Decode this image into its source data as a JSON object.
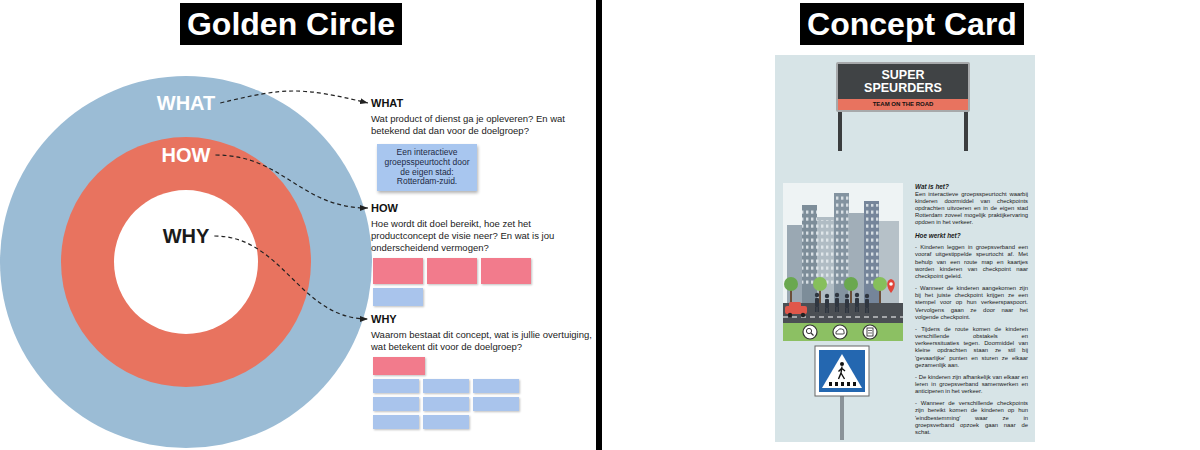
{
  "diagram": {
    "nodes": [
      {
        "text": [
          "WHAT"
        ]
      },
      {
        "text": [
          "HOW"
        ],
        "in": 0
      },
      {
        "text": [
          "WHY"
        ],
        "in": 1
      },
      {
        "text": [
          "WHAT",
          "Wat product of dienst ga je opleveren? En wat betekend dat dan voor de doelgroep?"
        ]
      },
      {
        "text": [
          "Een interactieve groepsspeurtocht door de eigen stad: Rotterdam-zuid."
        ]
      },
      {
        "text": [
          "HOW",
          "Hoe wordt dit doel bereikt, hoe zet het productconcept de visie neer? En wat is jou onderscheidend vermogen?"
        ]
      },
      {
        "text": [
          "WHY",
          "Waarom bestaat dit concept, wat is jullie overtuiging, wat betekent dit voor de doelgroep?"
        ]
      },
      {
        "text": [
          "Wat is het?",
          "Een interactieve groepsspeurtocht waarbij kinderen doormiddel van checkpoints opdrachten uitvoeren en in de eigen stad Rotterdam zoveel mogelijk praktijkervaring opdoen in het verkeer.",
          "Hoe werkt het?",
          "- Kinderen leggen in groepsverband een vooraf uitgestippelde speurtocht af. Met behulp van een route map en kaartjes worden kinderen van checkpoint naar checkpoint geleid.",
          "- Wanneer de kinderen aangekomen zijn bij het juiste checkpoint krijgen ze een stempel voor op hun verkeerspaspoort. Vervolgens gaan ze door naar het volgende checkpoint.",
          "- Tijdens de route komen de kinderen verschillende obstakels en verkeerssituaties tegen. Doormiddel van kleine opdrachten staan ze stil bij 'gevaarlijke' punten en sturen ze elkaar gezamenlijk aan.",
          "- De kinderen zijn afhankelijk van elkaar en leren in groepsverband samenwerken en anticiperen in het verkeer.",
          "- Wanneer de verschillende checkpoints zijn bereikt komen de kinderen op hun 'eindbestemming' waar ze in groepsverband opzoek gaan naar de schat."
        ]
      },
      {
        "text": [
          "SUPER SPEURDERS",
          "TEAM ON THE ROAD"
        ],
        "in": 7
      }
    ],
    "edges": [
      {
        "from": 0,
        "to": 3,
        "arrow": "to"
      },
      {
        "from": 1,
        "to": 5,
        "arrow": "to"
      },
      {
        "from": 2,
        "to": 6,
        "arrow": "to"
      }
    ],
    "labels": [
      "Golden Circle",
      "Concept Card"
    ]
  }
}
